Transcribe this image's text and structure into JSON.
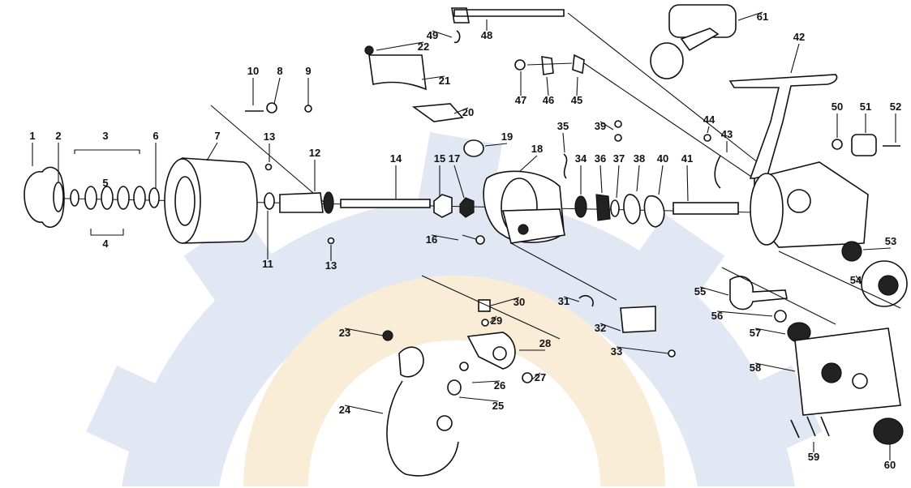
{
  "diagram": {
    "kind": "exploded parts diagram",
    "labels": [
      "1",
      "2",
      "3",
      "4",
      "5",
      "6",
      "7",
      "8",
      "9",
      "10",
      "11",
      "12",
      "13",
      "13",
      "14",
      "15",
      "16",
      "17",
      "18",
      "19",
      "20",
      "21",
      "22",
      "23",
      "24",
      "25",
      "26",
      "27",
      "28",
      "29",
      "30",
      "31",
      "32",
      "33",
      "34",
      "35",
      "36",
      "37",
      "38",
      "39",
      "40",
      "41",
      "42",
      "43",
      "44",
      "45",
      "46",
      "47",
      "48",
      "49",
      "50",
      "51",
      "52",
      "53",
      "54",
      "55",
      "56",
      "57",
      "58",
      "59",
      "60",
      "61"
    ]
  },
  "colors": {
    "ink": "#111111",
    "watermark_blue": "#c9d6ec",
    "watermark_orange": "#f6dfb8",
    "background": "#ffffff"
  }
}
